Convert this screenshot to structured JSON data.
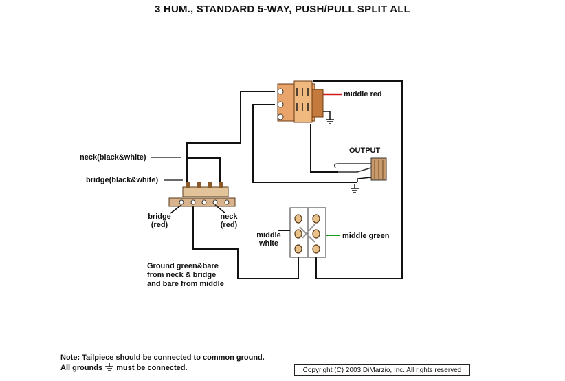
{
  "title": "3 HUM., STANDARD 5-WAY, PUSH/PULL SPLIT ALL",
  "labels": {
    "middle_red": "middle red",
    "output": "OUTPUT",
    "neck_bw": "neck(black&white)",
    "bridge_bw": "bridge(black&white)",
    "bridge_red_1": "bridge",
    "bridge_red_2": "(red)",
    "neck_red_1": "neck",
    "neck_red_2": "(red)",
    "middle_white_1": "middle",
    "middle_white_2": "white",
    "middle_green": "middle green",
    "ground_1": "Ground green&bare",
    "ground_2": "from neck & bridge",
    "ground_3": "and bare from middle"
  },
  "notes": {
    "line1": "Note: Tailpiece should be connected to common ground.",
    "line2_prefix": "All grounds",
    "line2_suffix": "must be connected."
  },
  "copyright": "Copyright (C) 2003 DiMarzio, Inc. All rights reserved",
  "colors": {
    "wire": "#111111",
    "red_wire": "#d11a1a",
    "green_wire": "#1a9a1a",
    "white_wire": "#9a9a9a",
    "switch_body": "#e8a46a",
    "switch_body_dark": "#c47a3c",
    "lug": "#d9b38c",
    "jack": "#c99a6b"
  }
}
